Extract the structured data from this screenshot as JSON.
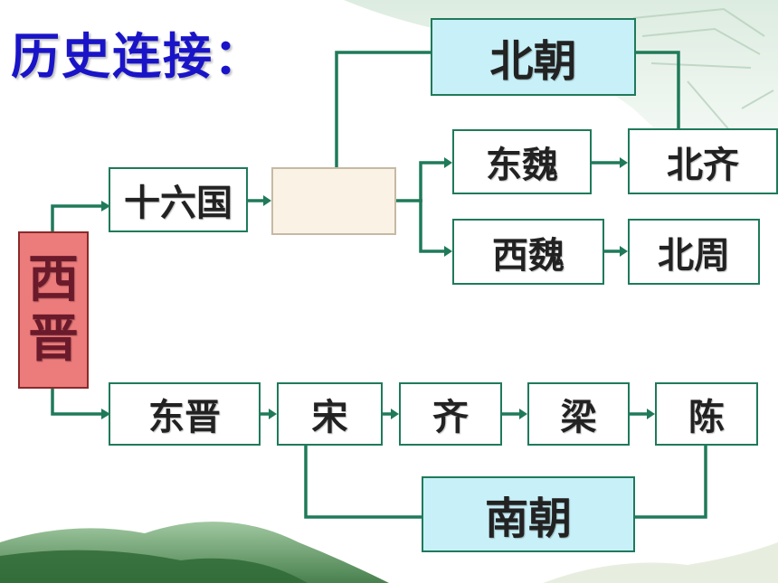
{
  "title": "历史连接：",
  "nodes": {
    "root": [
      "西",
      "晋"
    ],
    "shiliuguo": "十六国",
    "beichao": "北朝",
    "dongwei": "东魏",
    "beiqi": "北齐",
    "xiwei": "西魏",
    "beizhou": "北周",
    "dongjin": "东晋",
    "song": "宋",
    "qi": "齐",
    "liang": "梁",
    "chen": "陈",
    "nanchao": "南朝"
  },
  "colors": {
    "title": "#1a14c8",
    "border": "#1f7a5a",
    "arrow": "#1f7a5a",
    "root_fill": "#ec7b7b",
    "highlight_fill": "#c8f0f8"
  }
}
